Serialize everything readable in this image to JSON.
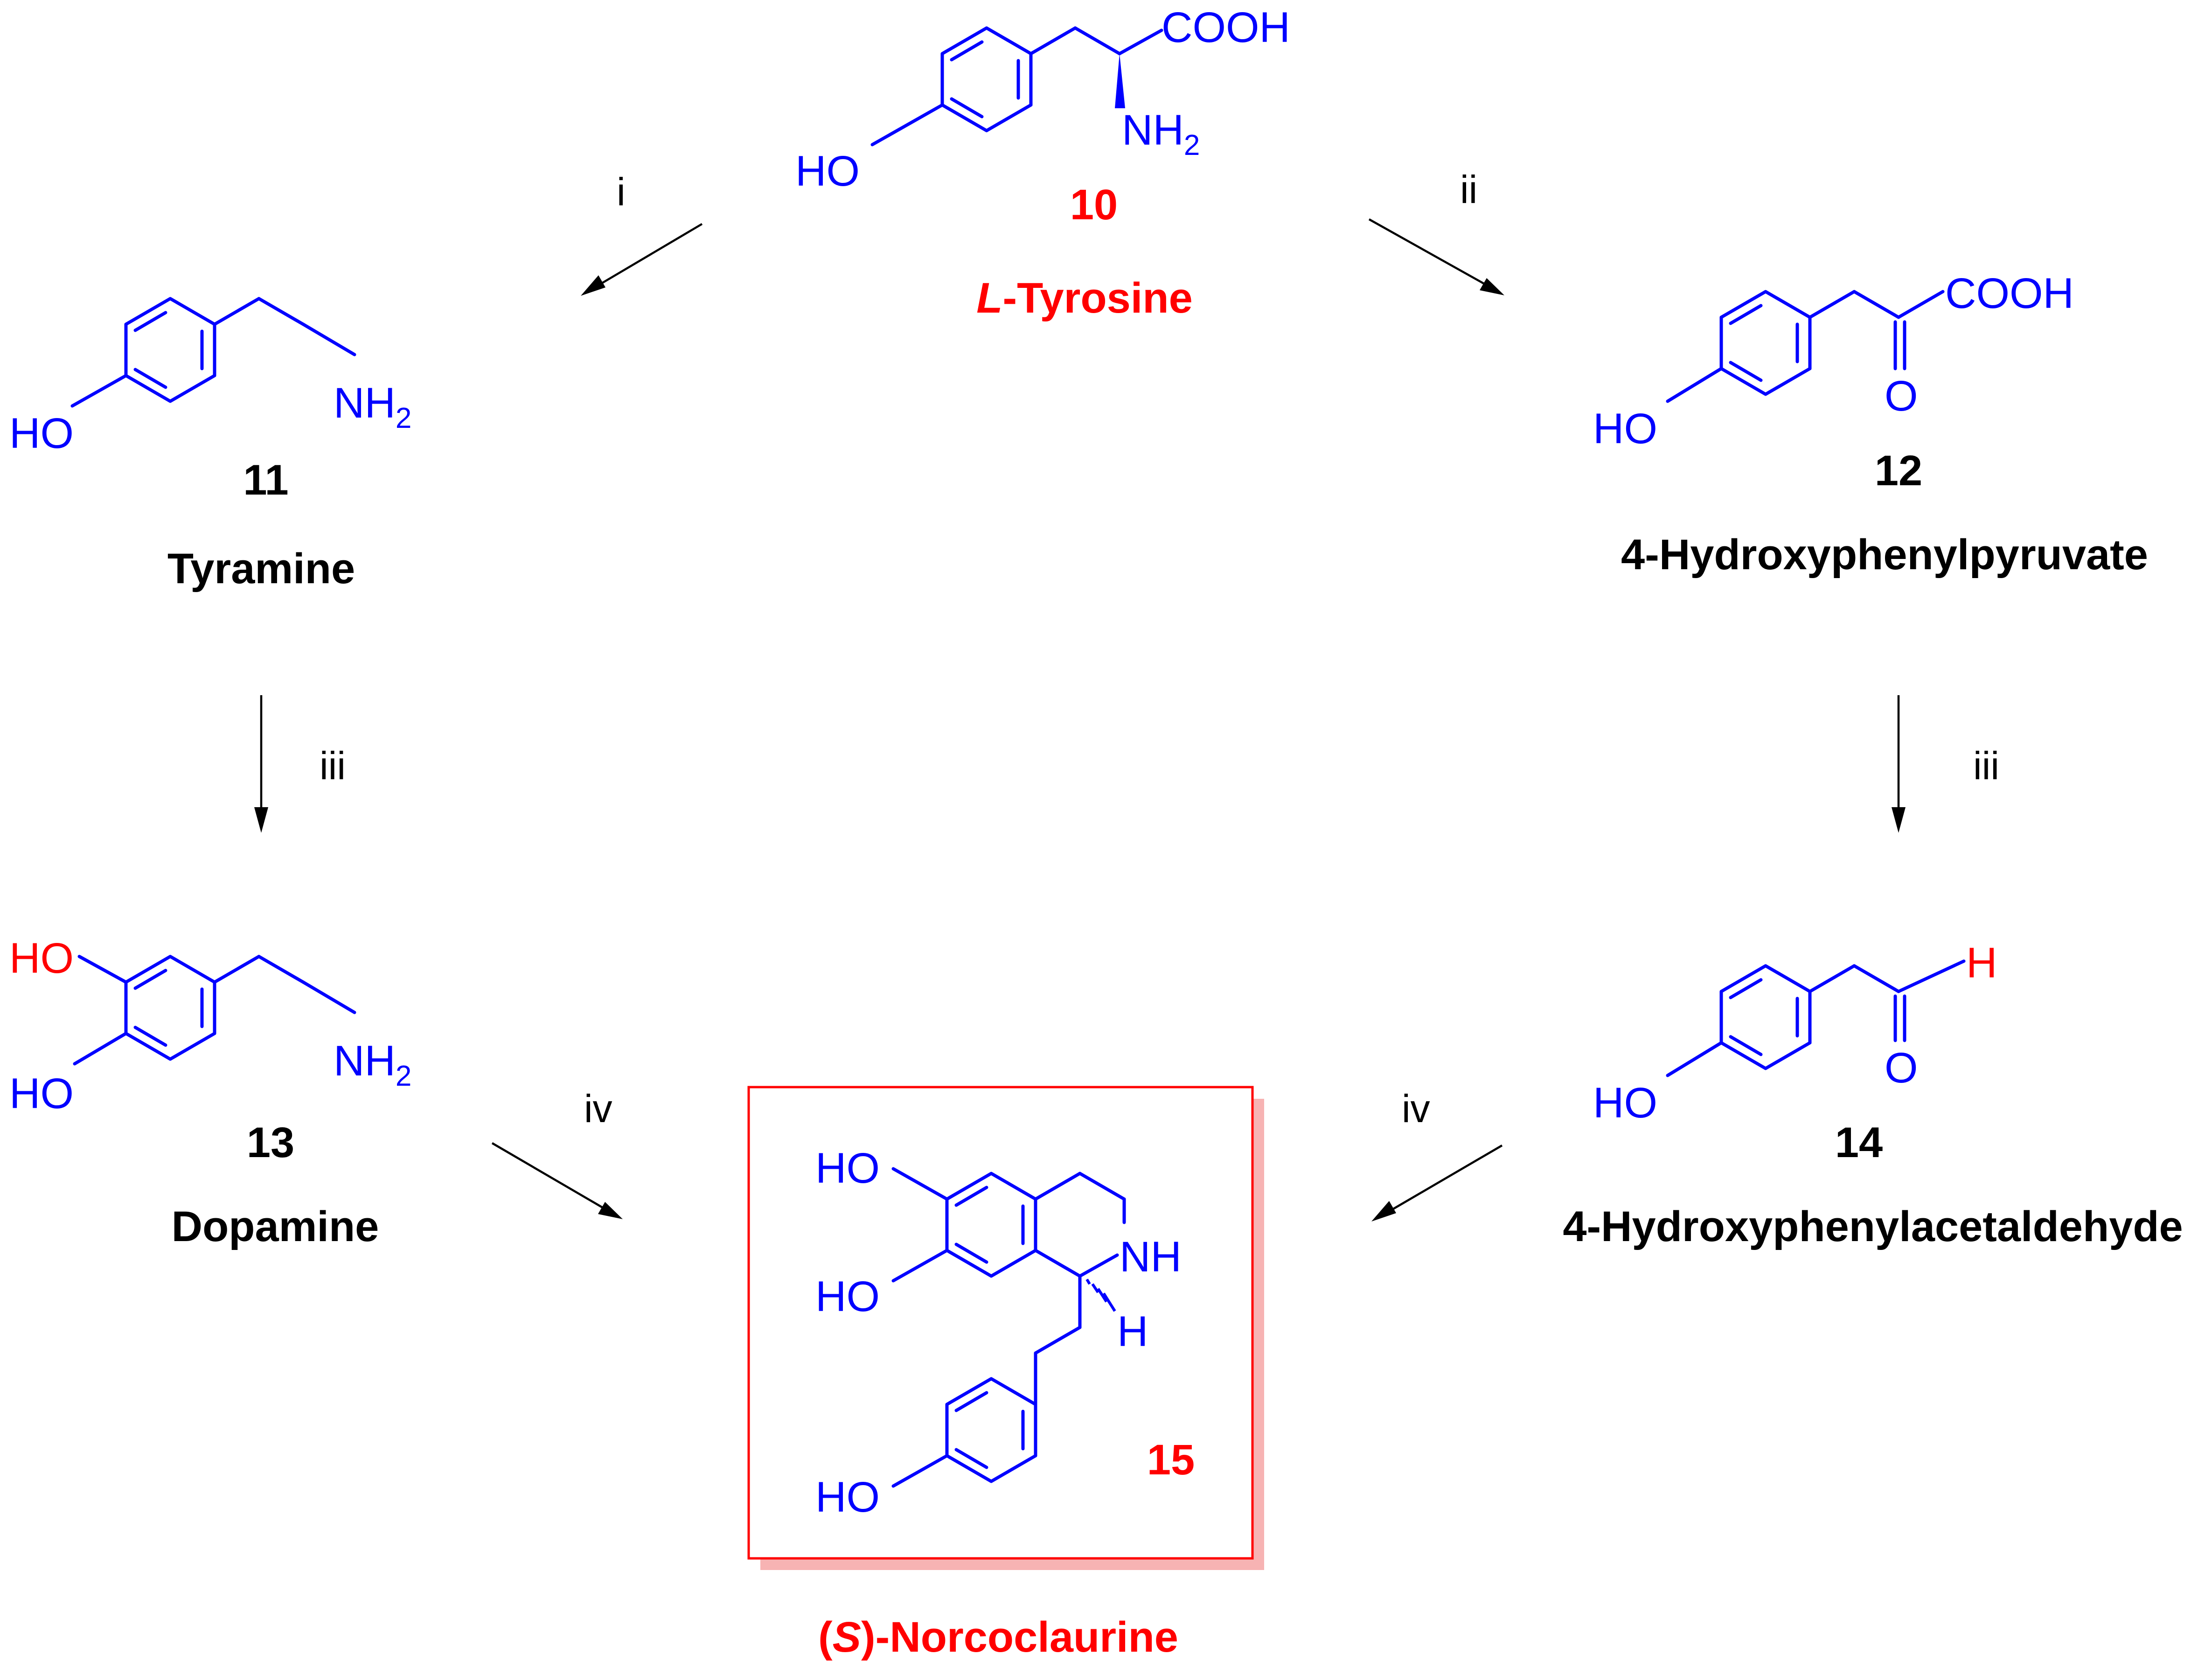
{
  "colors": {
    "structure": "#0000ff",
    "highlight": "#ff0000",
    "text": "#000000",
    "shadow": "#f7b3b3"
  },
  "atoms": {
    "ho": "HO",
    "nh": "NH",
    "nh2_sub": "2",
    "cooh": "COOH",
    "o": "O",
    "h": "H"
  },
  "compounds": {
    "tyrosine": {
      "number": "10",
      "name_prefix": "L",
      "name_rest": "-Tyrosine"
    },
    "tyramine": {
      "number": "11",
      "name": "Tyramine"
    },
    "hpp": {
      "number": "12",
      "name": "4-Hydroxyphenylpyruvate"
    },
    "dopamine": {
      "number": "13",
      "name": "Dopamine"
    },
    "hpaa": {
      "number": "14",
      "name": "4-Hydroxyphenylacetaldehyde"
    },
    "norcoclaurine": {
      "number": "15",
      "name_open": "(",
      "name_s": "S",
      "name_rest": ")-Norcoclaurine"
    }
  },
  "steps": {
    "i": "i",
    "ii": "ii",
    "iii_left": "iii",
    "iii_right": "iii",
    "iv_left": "iv",
    "iv_right": "iv"
  }
}
